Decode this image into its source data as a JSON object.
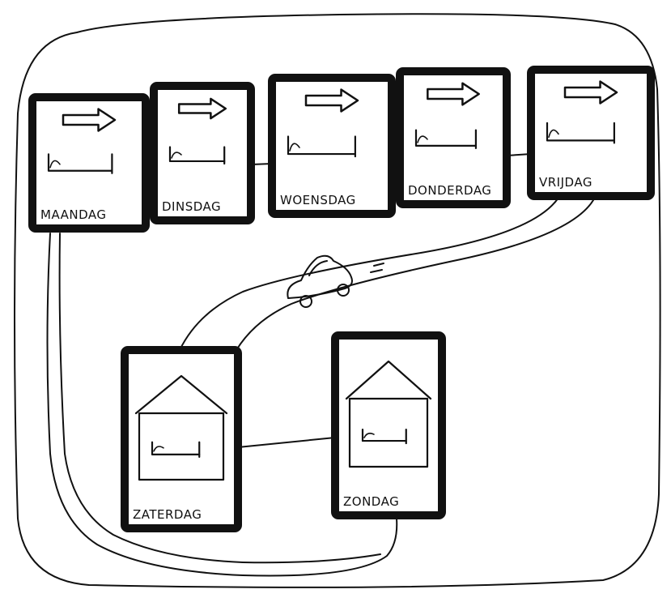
{
  "colors": {
    "ink": "#111111",
    "paper": "#ffffff"
  },
  "weekdays": [
    {
      "label": "MAANDAG",
      "icons": [
        "arrow-icon",
        "bed-icon"
      ]
    },
    {
      "label": "DINSDAG",
      "icons": [
        "arrow-icon",
        "bed-icon"
      ]
    },
    {
      "label": "WOENSDAG",
      "icons": [
        "arrow-icon",
        "bed-icon"
      ]
    },
    {
      "label": "DONDERDAG",
      "icons": [
        "arrow-icon",
        "bed-icon"
      ]
    },
    {
      "label": "VRIJDAG",
      "icons": [
        "arrow-icon",
        "bed-icon"
      ]
    }
  ],
  "weekend": [
    {
      "label": "ZATERDAG",
      "icons": [
        "house-icon",
        "bed-icon"
      ]
    },
    {
      "label": "ZONDAG",
      "icons": [
        "house-icon",
        "bed-icon"
      ]
    }
  ],
  "road_icon": "car-icon"
}
